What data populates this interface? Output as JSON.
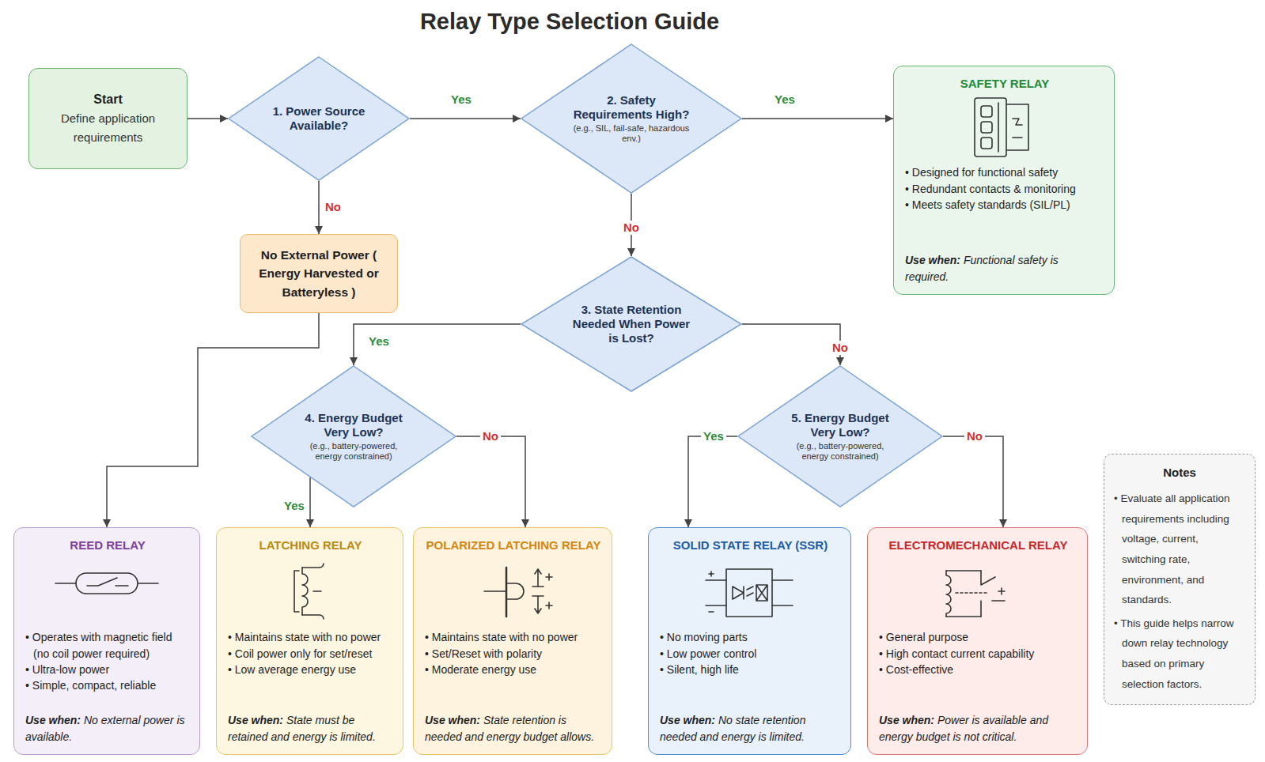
{
  "diagram": {
    "title": "Relay Type Selection Guide",
    "nodes": [
      {
        "text": [
          "Start",
          "Define application requirements"
        ]
      },
      {
        "text": [
          "1. Power Source Available?"
        ]
      },
      {
        "text": [
          "2. Safety Requirements High?",
          "(e.g., SIL, fail-safe, hazardous env.)"
        ]
      },
      {
        "text": [
          "SAFETY RELAY",
          "• Designed for functional safety",
          "• Redundant contacts & monitoring",
          "• Meets safety standards (SIL/PL)",
          "Use when:",
          "Functional safety is required."
        ]
      },
      {
        "text": [
          "No External Power ( Energy Harvested or Batteryless )"
        ]
      },
      {
        "text": [
          "3. State Retention Needed When Power is Lost?"
        ]
      },
      {
        "text": [
          "4. Energy Budget Very Low?",
          "(e.g., battery-powered, energy constrained)"
        ]
      },
      {
        "text": [
          "5. Energy Budget Very Low?",
          "(e.g., battery-powered, energy constrained)"
        ]
      },
      {
        "text": [
          "REED RELAY",
          "• Operates with magnetic field (no coil power required)",
          "• Ultra-low power",
          "• Simple, compact, reliable",
          "Use when:",
          "No external power is available."
        ]
      },
      {
        "text": [
          "LATCHING RELAY",
          "• Maintains state with no power",
          "• Coil power only for set/reset",
          "• Low average energy use",
          "Use when:",
          "State must be retained and energy is limited."
        ]
      },
      {
        "text": [
          "POLARIZED LATCHING RELAY",
          "• Maintains state with no power",
          "• Set/Reset with polarity",
          "• Moderate energy use",
          "Use when:",
          "State retention is needed and energy budget allows."
        ]
      },
      {
        "text": [
          "SOLID STATE RELAY (SSR)",
          "• No moving parts",
          "• Low power control",
          "• Silent, high life",
          "Use when:",
          "No state retention needed and energy is limited."
        ]
      },
      {
        "text": [
          "ELECTROMECHANICAL RELAY",
          "• General purpose",
          "• High contact current capability",
          "• Cost-effective",
          "Use when:",
          "Power is available and energy budget is not critical."
        ]
      },
      {
        "text": [
          "Notes",
          "• Evaluate all application requirements including voltage, current, switching rate, environment, and standards.",
          "• This guide helps narrow down relay technology based on primary selection factors."
        ]
      }
    ],
    "edges": [
      {
        "from": 0,
        "to": 1,
        "arrow": "to"
      },
      {
        "from": 1,
        "to": 2,
        "label": "Yes",
        "arrow": "to"
      },
      {
        "from": 2,
        "to": 3,
        "label": "Yes",
        "arrow": "to"
      },
      {
        "from": 1,
        "to": 4,
        "label": "No",
        "arrow": "to"
      },
      {
        "from": 2,
        "to": 5,
        "label": "No",
        "arrow": "to"
      },
      {
        "from": 4,
        "to": 8,
        "arrow": "to"
      },
      {
        "from": 5,
        "to": 6,
        "label": "Yes",
        "arrow": "to"
      },
      {
        "from": 5,
        "to": 7,
        "label": "No",
        "arrow": "to"
      },
      {
        "from": 6,
        "to": 9,
        "label": "Yes",
        "arrow": "to"
      },
      {
        "from": 6,
        "to": 10,
        "label": "No",
        "arrow": "to"
      },
      {
        "from": 7,
        "to": 11,
        "label": "Yes",
        "arrow": "to"
      },
      {
        "from": 7,
        "to": 12,
        "label": "No",
        "arrow": "to"
      }
    ]
  }
}
